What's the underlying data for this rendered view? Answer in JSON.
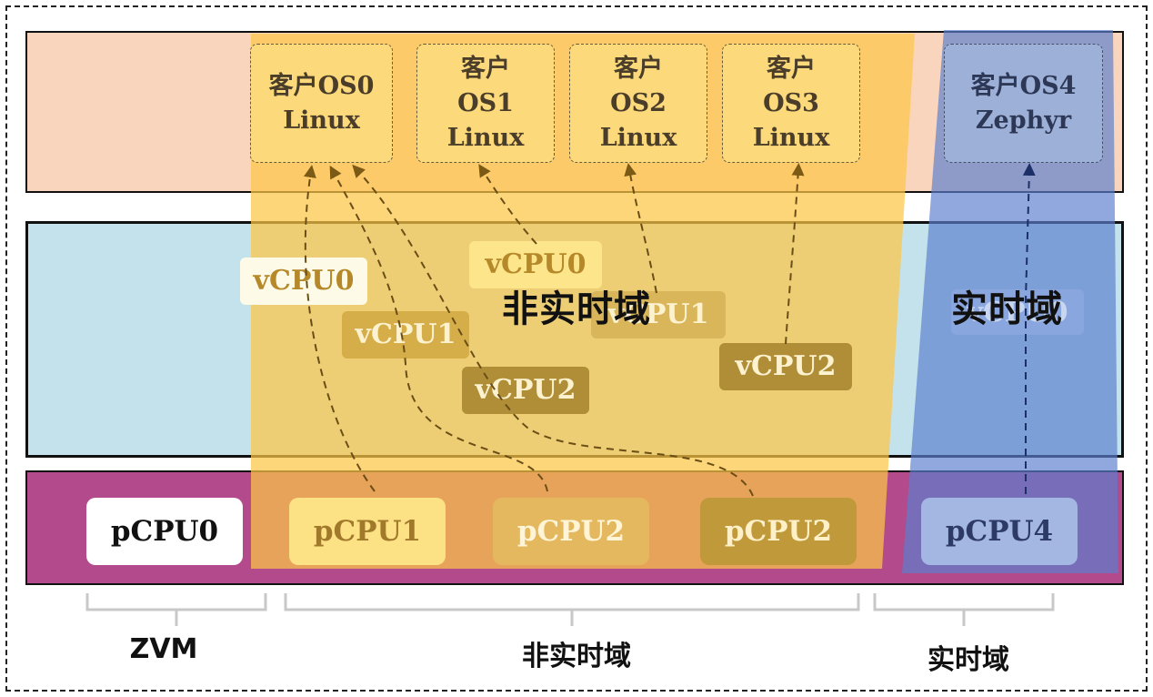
{
  "guest_os": [
    {
      "line1": "客户OS0",
      "line2": "Linux"
    },
    {
      "line1": "客户",
      "line2": "OS1",
      "line3": "Linux"
    },
    {
      "line1": "客户",
      "line2": "OS2",
      "line3": "Linux"
    },
    {
      "line1": "客户",
      "line2": "OS3",
      "line3": "Linux"
    },
    {
      "line1": "客户OS4",
      "line2": "Zephyr"
    }
  ],
  "vcpus": {
    "os0": "vCPU0",
    "os1": "vCPU1",
    "os2": "vCPU2",
    "os3_0": "vCPU0",
    "os3_1": "vCPU1",
    "os3_2": "vCPU2",
    "rt": "vCPU0"
  },
  "pcpus": [
    "pCPU0",
    "pCPU1",
    "pCPU2",
    "pCPU2",
    "pCPU4"
  ],
  "domain_labels": {
    "nonrealtime_overlay": "非实时域",
    "realtime_overlay": "实时域"
  },
  "bottom_labels": {
    "zvm": "ZVM",
    "nonrealtime": "非实时域",
    "realtime": "实时域"
  },
  "colors": {
    "top_band": "#f9d5bd",
    "middle_band": "#c4e2ec",
    "bottom_band": "#b24a8c",
    "nonrealtime_region": "#fcc646",
    "realtime_region": "#5b7fcf"
  }
}
